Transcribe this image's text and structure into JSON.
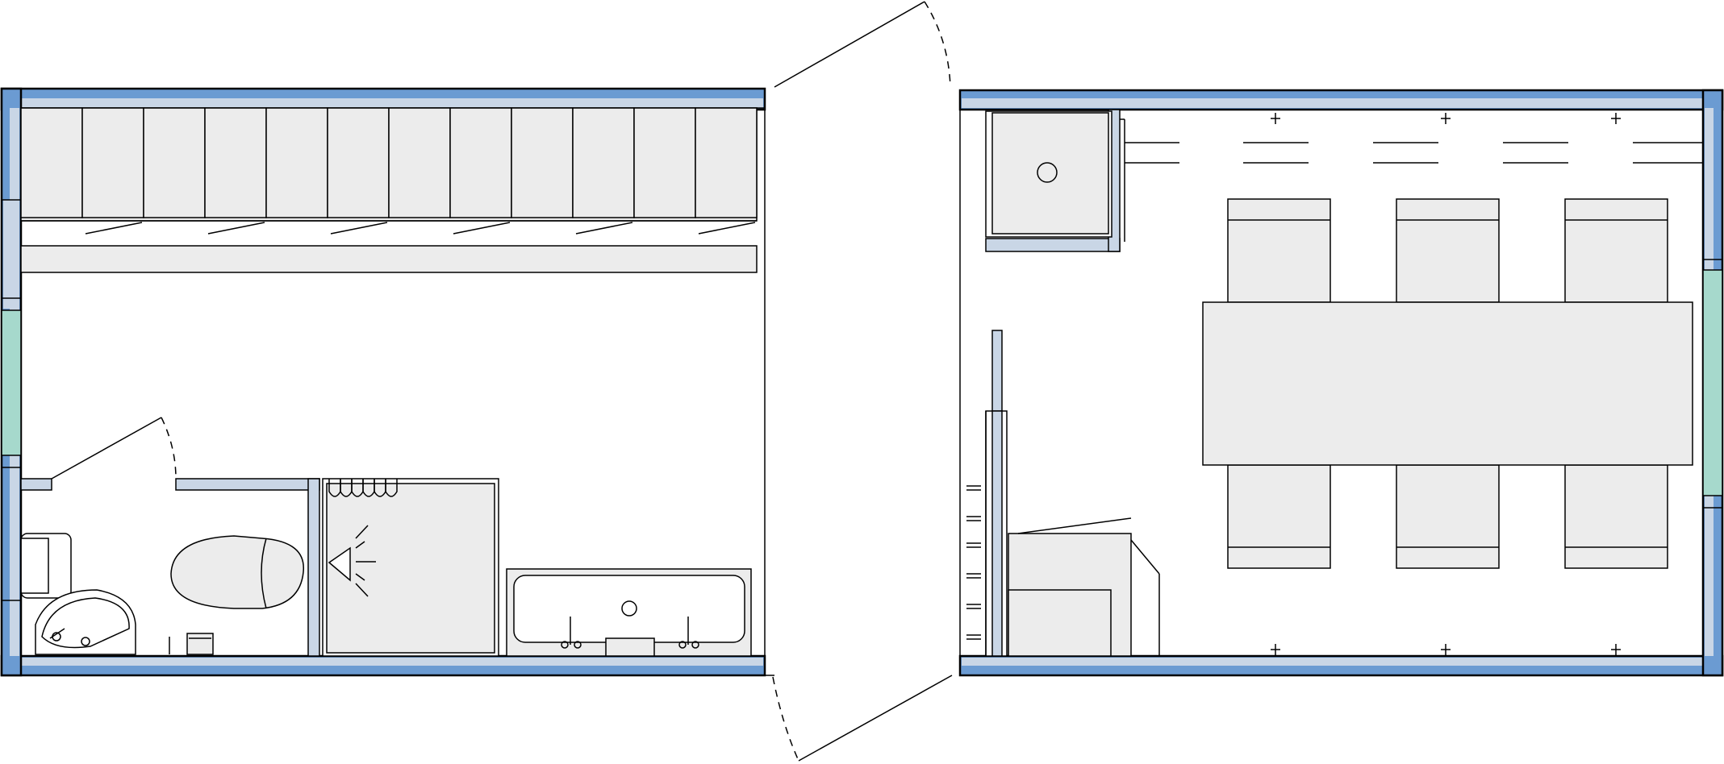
{
  "colors": {
    "wall": "#6b9bd2",
    "wall_inner": "#c9d6e6",
    "window_glass": "#a6d9cc",
    "fixture_fill": "#ececec",
    "line": "#000000"
  },
  "modules": [
    {
      "id": "left-module",
      "fixtures": [
        "wardrobe-row",
        "shelf",
        "washbasin",
        "toilet",
        "shower",
        "bathtub",
        "entry-door"
      ]
    },
    {
      "id": "right-module",
      "fixtures": [
        "kitchen-unit",
        "dining-table",
        "chairs",
        "counter",
        "swing-door"
      ]
    }
  ],
  "wardrobe_door_count": 12,
  "chair_count": 6,
  "icons": [
    "door-swing-icon",
    "shower-head-icon",
    "radiator-icon",
    "tap-icon",
    "drain-icon"
  ]
}
